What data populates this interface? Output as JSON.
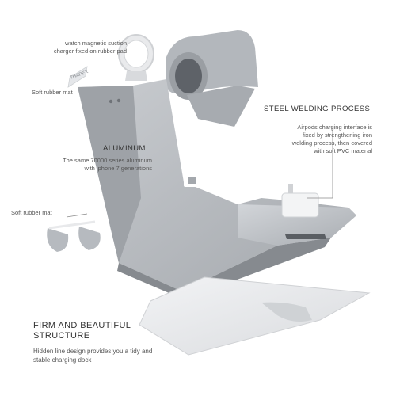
{
  "annotations": {
    "watch_charger": [
      "watch magnetic suction",
      "charger fixed on rubber pad"
    ],
    "soft_mat_top": "Soft rubber mat",
    "brand_tag": "THAPEX",
    "aluminum_title": "ALUMINUM",
    "aluminum_desc": [
      "The same 70000 series aluminum",
      "with iphone 7 generations"
    ],
    "steel_title": "STEEL WELDING PROCESS",
    "steel_desc": [
      "Airpods charging interface is",
      "fixed by strengthening iron",
      "welding process, then covered",
      "with soft PVC material"
    ],
    "soft_mat_left": "Soft rubber mat",
    "firm_title": [
      "FIRM AND BEAUTIFUL",
      "STRUCTURE"
    ],
    "firm_desc": [
      "Hidden line design provides you a tidy and",
      "stable charging dock"
    ]
  },
  "colors": {
    "aluminum": "#b9bcc0",
    "aluminum_dark": "#8f9398",
    "aluminum_light": "#e2e4e7",
    "text": "#444444",
    "leader_line": "#8a8a8a"
  }
}
